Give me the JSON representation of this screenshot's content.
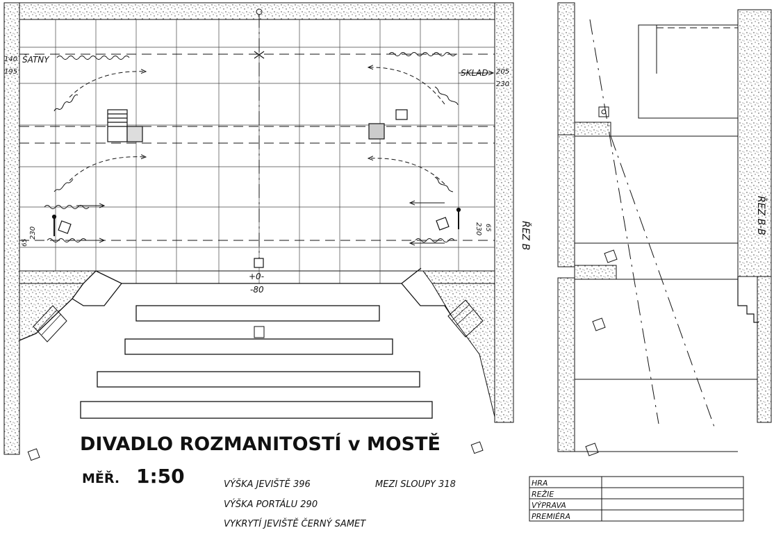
{
  "title": "DIVADLO ROZMANITOSTÍ v MOSTĚ",
  "scale": {
    "label": "MĚŘ.",
    "value": "1:50"
  },
  "notes": [
    "VÝŠKA JEVIŠTĚ 396",
    "MEZI SLOUPY 318",
    "VÝŠKA PORTÁLU 290",
    "VYKRYTÍ JEVIŠTĚ ČERNÝ SAMET"
  ],
  "stage_labels": {
    "left_room": "ŠATNY",
    "right_room": "SKLAD",
    "dim_left_top": "140",
    "dim_left_bottom": "195",
    "dim_right_top": "205",
    "dim_right_bottom": "230",
    "dim_left_portal": "230",
    "dim_left_small": "65",
    "dim_right_portal": "230",
    "dim_right_small": "65",
    "zero_mark": "+0-",
    "level": "-80"
  },
  "section_labels": {
    "plan_cut": "ŘEZ B",
    "section": "ŘEZ B-B"
  },
  "title_block": [
    {
      "label": "HRA",
      "value": ""
    },
    {
      "label": "REŽIE",
      "value": ""
    },
    {
      "label": "VÝPRAVA",
      "value": ""
    },
    {
      "label": "PREMIÉRA",
      "value": ""
    }
  ]
}
